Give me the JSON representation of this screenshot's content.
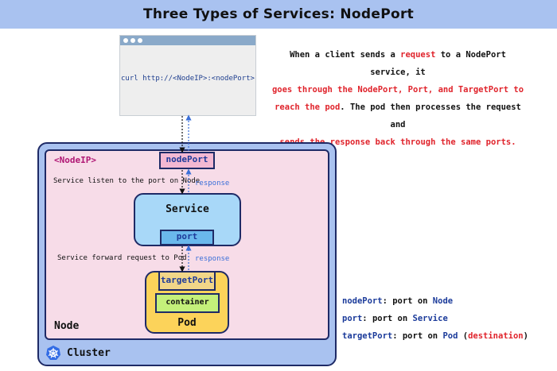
{
  "header": {
    "title": "Three Types of Services: NodePort"
  },
  "browser": {
    "command": "curl http://<NodeIP>:<nodePort>"
  },
  "description": {
    "line1a": "When a client sends a ",
    "line1b": "request",
    "line1c": " to a NodePort service, it",
    "line2": "goes through the NodePort, Port, and TargetPort to",
    "line3a": "reach the pod",
    "line3b": ". The pod then processes the request and",
    "line4": "sends the response back through the same ports."
  },
  "diagram": {
    "nodeip_label": "<NodeIP>",
    "nodeport_label": "nodePort",
    "caption_listen": "Service listen to the port on Node",
    "response_top": "response",
    "service_label": "Service",
    "port_label": "port",
    "caption_forward": "Service forward request to Pod",
    "response_bottom": "response",
    "targetport_label": "targetPort",
    "container_label": "container",
    "pod_label": "Pod",
    "node_label": "Node",
    "cluster_label": "Cluster",
    "cluster_icon": "kubernetes-helm-icon"
  },
  "legend": {
    "items": [
      {
        "key": "nodePort",
        "sep": ": port on ",
        "target": "Node",
        "extra_open": "",
        "extra": "",
        "extra_close": ""
      },
      {
        "key": "port",
        "sep": ": port on ",
        "target": "Service",
        "extra_open": "",
        "extra": "",
        "extra_close": ""
      },
      {
        "key": "targetPort",
        "sep": ": port on ",
        "target": "Pod",
        "extra_open": " (",
        "extra": "destination",
        "extra_close": ")"
      }
    ]
  },
  "colors": {
    "header_bg": "#a9c2f0",
    "cluster_bg": "#a9c2f0",
    "node_bg": "#f7dce8",
    "service_bg": "#a8d8f8",
    "pod_bg": "#fcd35a",
    "container_bg": "#c4f07a",
    "accent_red": "#e0242c",
    "accent_blue": "#1a3a9a"
  }
}
